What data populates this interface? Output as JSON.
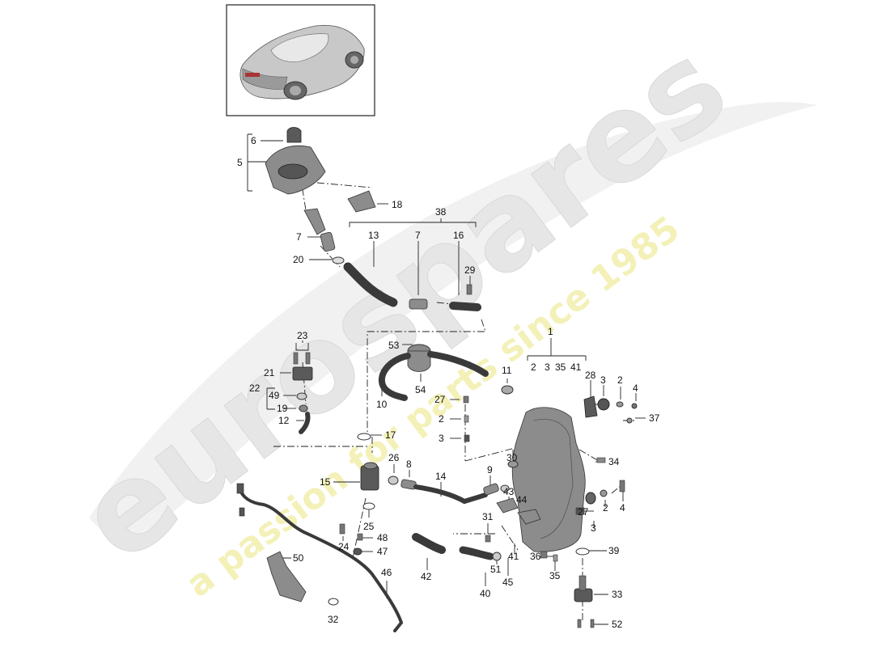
{
  "watermark": {
    "brand": "eurospares",
    "tagline": "a passion for parts since 1985"
  },
  "thumbnail": {
    "icon": "car-rear-three-quarter-icon"
  },
  "callouts": [
    "1",
    "2",
    "3",
    "4",
    "5",
    "6",
    "7",
    "8",
    "9",
    "10",
    "11",
    "12",
    "13",
    "14",
    "15",
    "16",
    "17",
    "18",
    "19",
    "20",
    "21",
    "22",
    "23",
    "24",
    "25",
    "26",
    "27",
    "28",
    "29",
    "30",
    "31",
    "32",
    "33",
    "34",
    "35",
    "36",
    "37",
    "38",
    "39",
    "40",
    "41",
    "42",
    "43",
    "44",
    "45",
    "46",
    "47",
    "48",
    "49",
    "50",
    "51",
    "52",
    "53",
    "54"
  ],
  "group_1_row": [
    "2",
    "3",
    "35",
    "41"
  ],
  "colors": {
    "watermark_brand": "#e4e4e4",
    "watermark_tagline": "#f3f1b8",
    "line": "#222222",
    "part": "#8c8c8c"
  }
}
